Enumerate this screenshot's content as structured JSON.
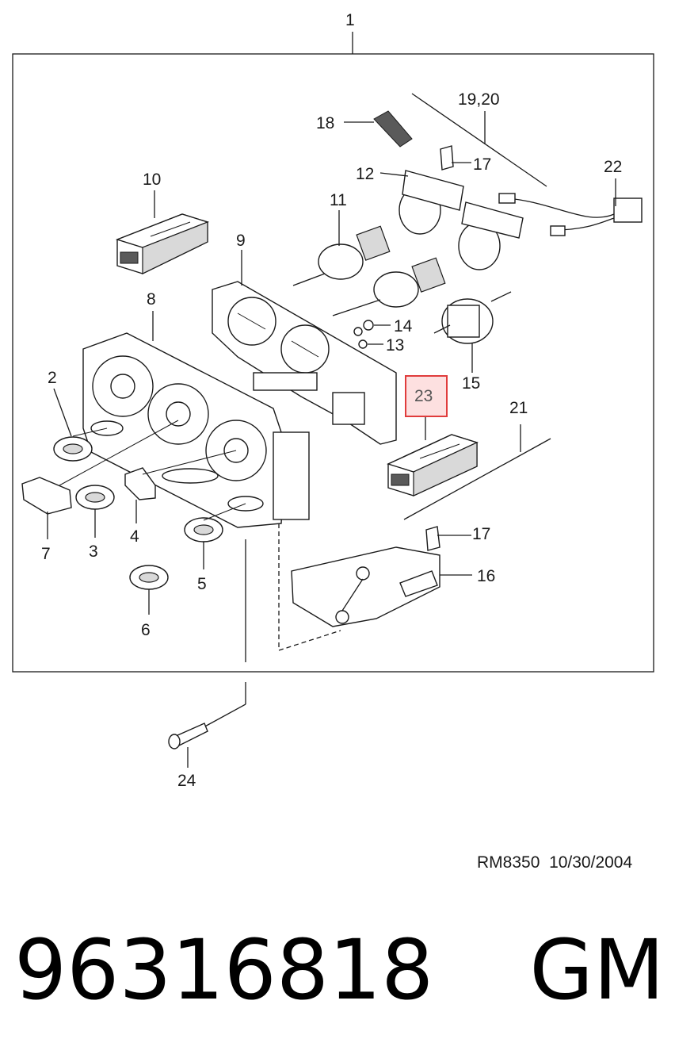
{
  "callouts": {
    "c1": "1",
    "c2": "2",
    "c3": "3",
    "c4": "4",
    "c5": "5",
    "c6": "6",
    "c7": "7",
    "c8": "8",
    "c9": "9",
    "c10": "10",
    "c11": "11",
    "c12": "12",
    "c13": "13",
    "c14": "14",
    "c15": "15",
    "c16": "16",
    "c17a": "17",
    "c17b": "17",
    "c18": "18",
    "c19_20": "19,20",
    "c21": "21",
    "c22": "22",
    "c23": "23",
    "c24": "24"
  },
  "highlight": {
    "callout": "23",
    "color": "#e03c3c",
    "fill": "#fde0e0"
  },
  "footer": {
    "code": "RM8350",
    "date": "10/30/2004"
  },
  "part": {
    "number": "96316818",
    "brand": "GM"
  }
}
